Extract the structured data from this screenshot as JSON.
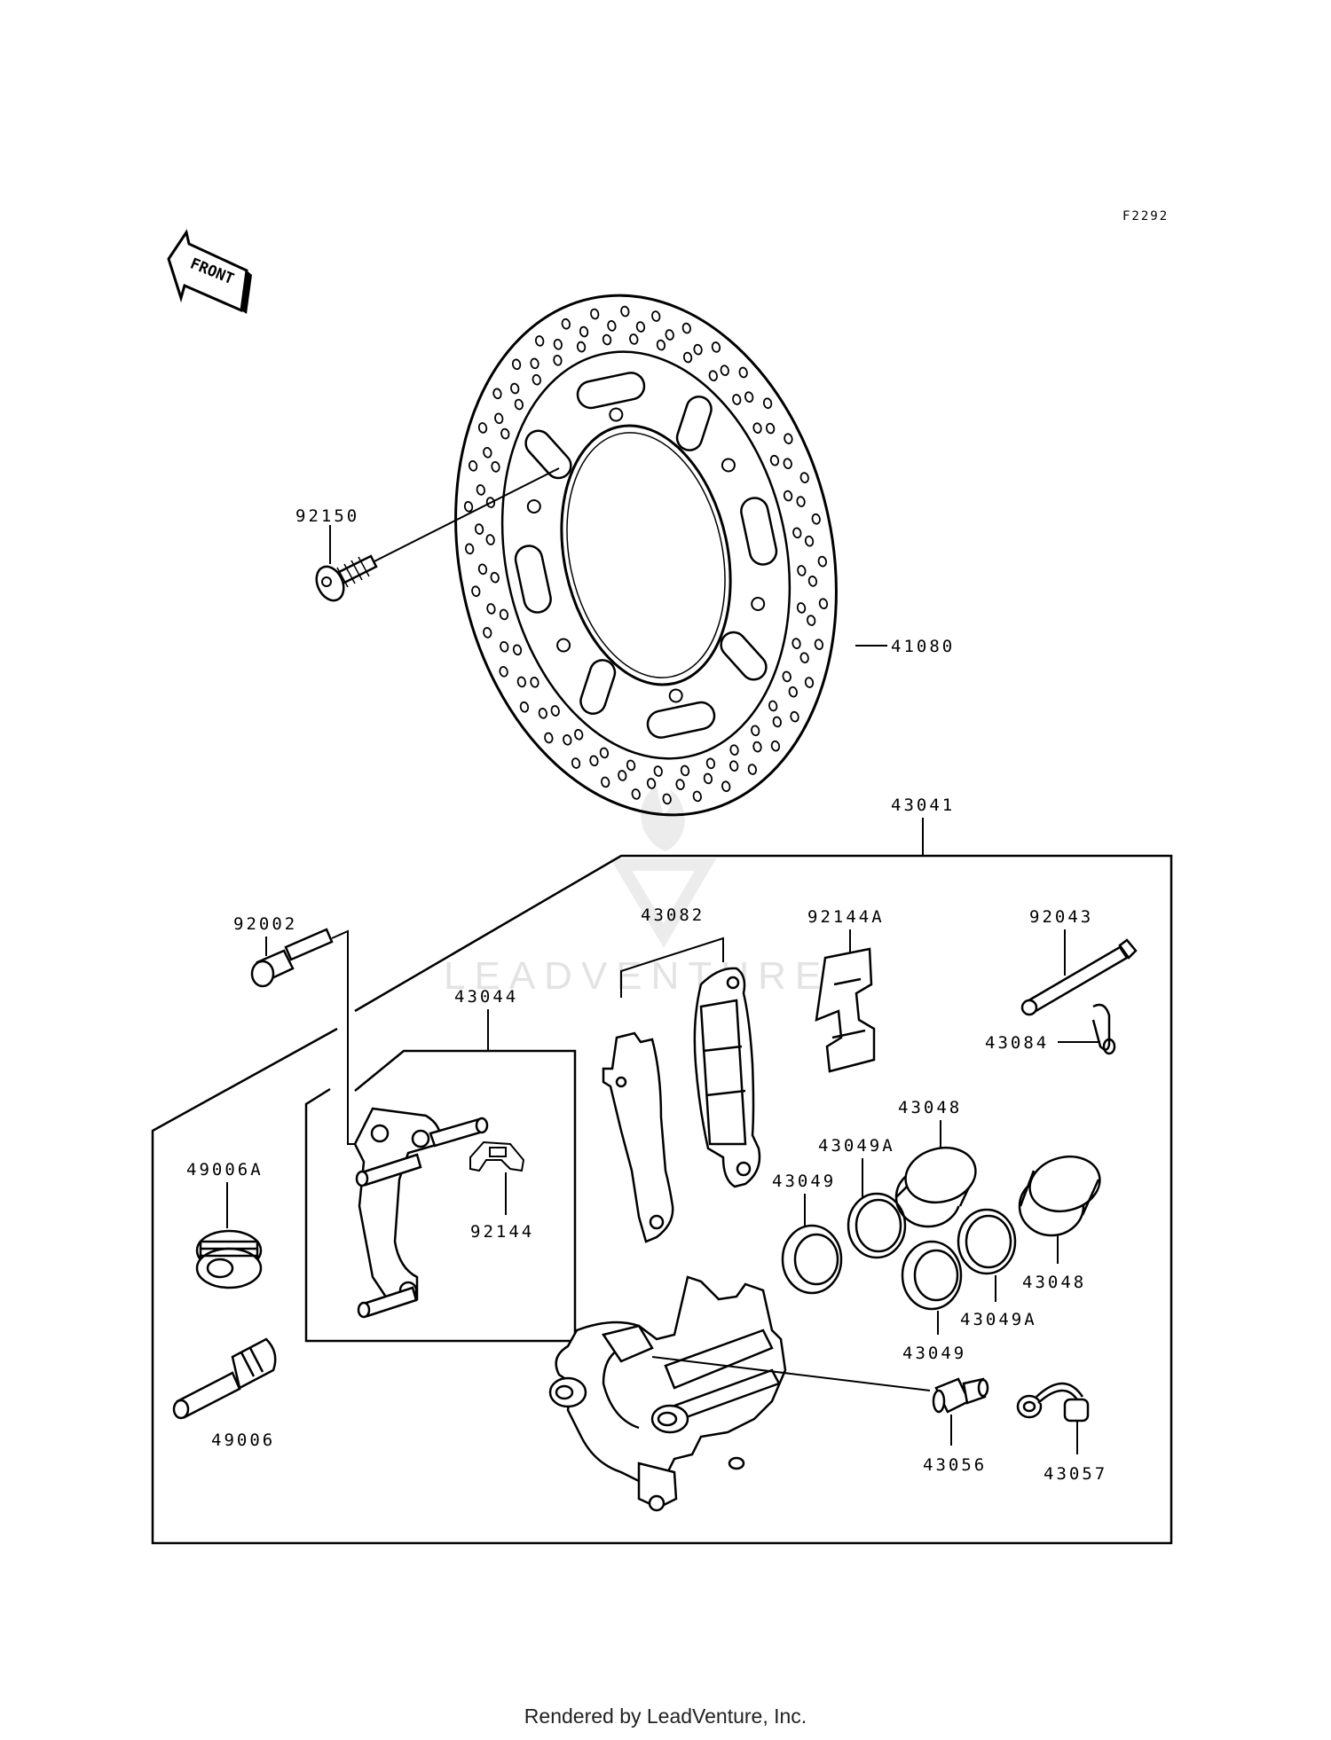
{
  "diagram_code": "F2292",
  "front_label": "FRONT",
  "watermark": "LEADVENTURE",
  "footer": "Rendered by LeadVenture, Inc.",
  "parts": {
    "p92150": "92150",
    "p41080": "41080",
    "p43041": "43041",
    "p92002": "92002",
    "p43082": "43082",
    "p92144A": "92144A",
    "p92043": "92043",
    "p43044": "43044",
    "p43084": "43084",
    "p43048a": "43048",
    "p43049Aa": "43049A",
    "p49006A": "49006A",
    "p43049a": "43049",
    "p92144": "92144",
    "p43048b": "43048",
    "p43049Ab": "43049A",
    "p43049b": "43049",
    "p49006": "49006",
    "p43056": "43056",
    "p43057": "43057"
  }
}
